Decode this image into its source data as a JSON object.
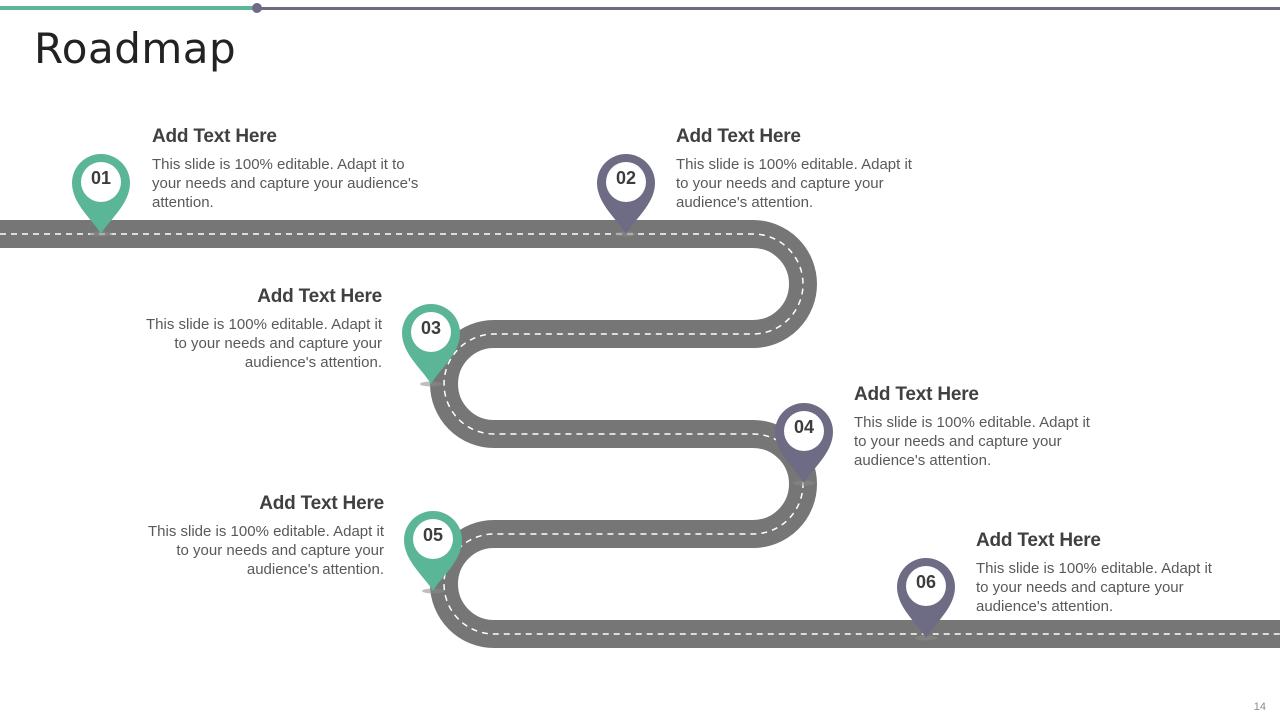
{
  "title": "Roadmap",
  "page_number": "14",
  "colors": {
    "green": "#5bb597",
    "purple": "#6e6b85",
    "road": "#767676",
    "dash": "#ffffff"
  },
  "milestones": [
    {
      "number": "01",
      "color": "green",
      "heading": "Add Text Here",
      "body": "This slide is 100% editable. Adapt it to your needs and capture your audience's attention."
    },
    {
      "number": "02",
      "color": "purple",
      "heading": "Add Text Here",
      "body": "This slide is 100% editable. Adapt it to your needs and capture your audience's attention."
    },
    {
      "number": "03",
      "color": "green",
      "heading": "Add Text Here",
      "body": "This slide is 100% editable. Adapt it to your needs and capture your audience's attention."
    },
    {
      "number": "04",
      "color": "purple",
      "heading": "Add Text Here",
      "body": "This slide is 100% editable. Adapt it to your needs and capture your audience's attention."
    },
    {
      "number": "05",
      "color": "green",
      "heading": "Add Text Here",
      "body": "This slide is 100% editable. Adapt it to your needs and capture your audience's attention."
    },
    {
      "number": "06",
      "color": "purple",
      "heading": "Add Text Here",
      "body": "This slide is 100% editable. Adapt it to your needs and capture your audience's attention."
    }
  ]
}
